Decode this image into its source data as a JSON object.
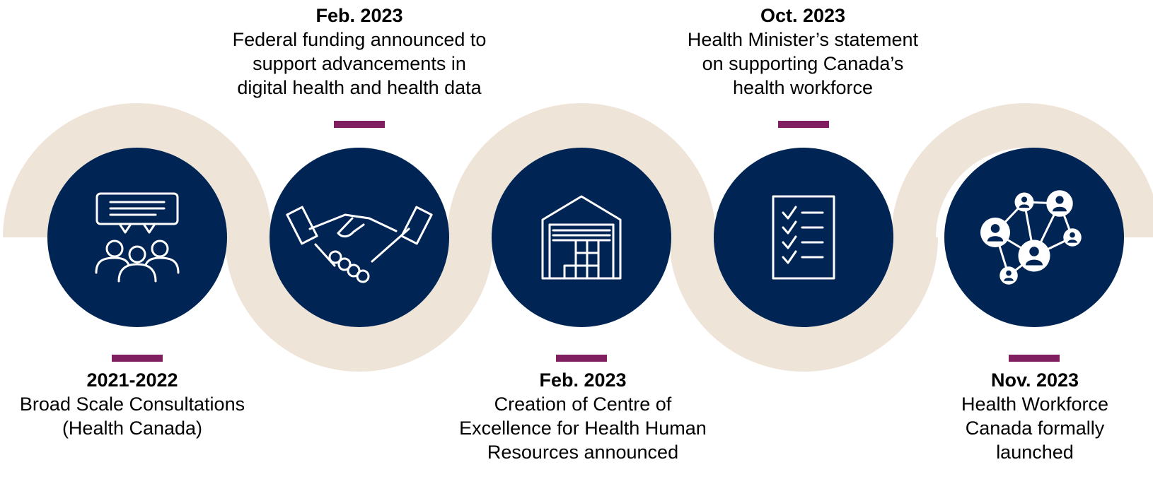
{
  "colors": {
    "wave": "#EFE4D8",
    "circle": "#002554",
    "icon": "#FFFFFF",
    "accent": "#7F1F5F"
  },
  "milestones": [
    {
      "date": "2021-2022",
      "description": "Broad Scale Consultations\n(Health Canada)",
      "icon": "consultation-icon",
      "label_position": "below"
    },
    {
      "date": "Feb. 2023",
      "description": "Federal funding announced to\nsupport advancements in\ndigital health and health data",
      "icon": "handshake-icon",
      "label_position": "above"
    },
    {
      "date": "Feb. 2023",
      "description": "Creation of Centre of\nExcellence for Health Human\nResources announced",
      "icon": "warehouse-icon",
      "label_position": "below"
    },
    {
      "date": "Oct. 2023",
      "description": "Health Minister’s statement\non supporting Canada’s\nhealth workforce",
      "icon": "checklist-icon",
      "label_position": "above"
    },
    {
      "date": "Nov. 2023",
      "description": "Health Workforce\nCanada formally\nlaunched",
      "icon": "network-icon",
      "label_position": "below"
    }
  ]
}
